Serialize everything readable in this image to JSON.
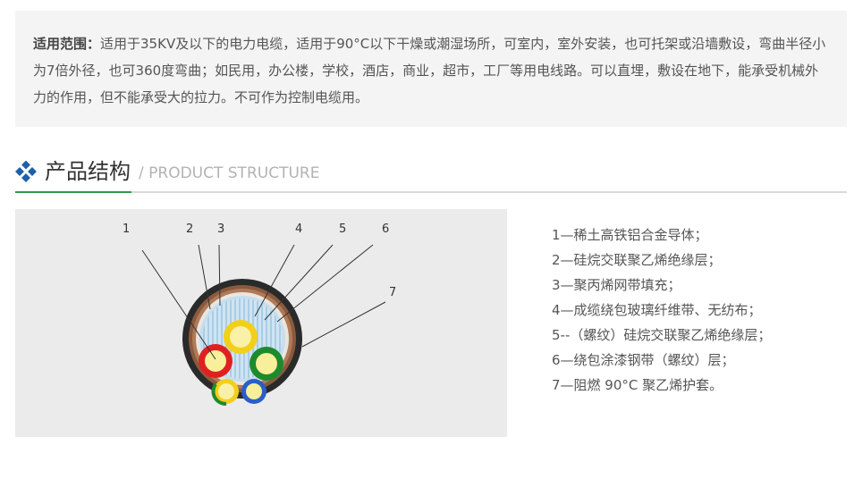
{
  "scope": {
    "label": "适用范围：",
    "text": "适用于35KV及以下的电力电缆，适用于90°C以下干燥或潮湿场所，可室内，室外安装，也可托架或沿墙敷设，弯曲半径小为7倍外径，也可360度弯曲；如民用，办公楼，学校，酒店，商业，超市，工厂等用电线路。可以直埋，敷设在地下，能承受机械外力的作用，但不能承受大的拉力。不可作为控制电缆用。"
  },
  "section": {
    "icon": "diamond-cluster-icon",
    "title": "产品结构",
    "subtitle": "/ PRODUCT STRUCTURE"
  },
  "diagram": {
    "labels": [
      "1",
      "2",
      "3",
      "4",
      "5",
      "6",
      "7"
    ]
  },
  "legend": [
    "1—稀土高铁铝合金导体；",
    "2—硅烷交联聚乙烯绝缘层；",
    "3—聚丙烯网带填充；",
    "4—成缆绕包玻璃纤维带、无纺布；",
    "5--（螺纹）硅烷交联聚乙烯绝缘层；",
    "6—绕包涂漆钢带（螺纹）层；",
    "7—阻燃 90°C 聚乙烯护套。"
  ],
  "colors": {
    "accent_green": "#2f9a46",
    "icon_blue": "#1f5fa8",
    "panel_gray": "#f4f4f4"
  }
}
